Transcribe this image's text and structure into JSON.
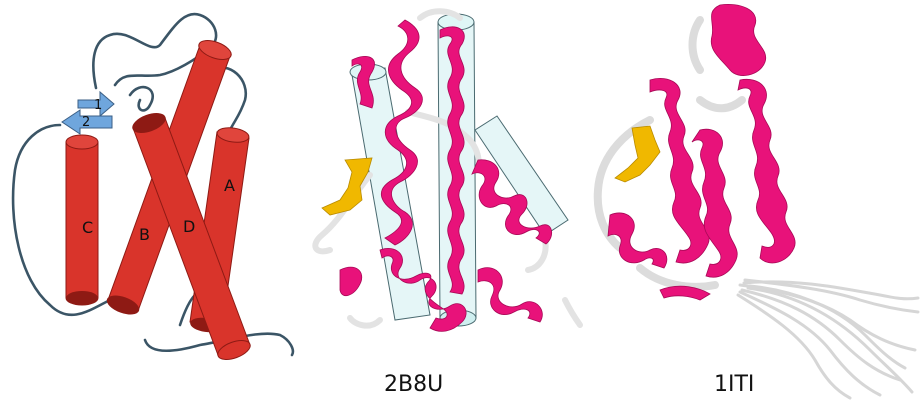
{
  "panel_cartoon": {
    "helix_labels": [
      "A",
      "B",
      "C",
      "D"
    ],
    "strand_labels": [
      "1",
      "2"
    ],
    "helix_color": "#d9342b",
    "strand_color": "#6fa6dd",
    "loop_color": "#3b5566"
  },
  "panel_2b8u": {
    "caption": "2B8U",
    "helix_color": "#e8127a",
    "strand_color": "#f0b800",
    "loop_color": "#e3e3e3",
    "cylinder_color": "#cfeff0"
  },
  "panel_1iti": {
    "caption": "1ITI",
    "helix_color": "#e8127a",
    "strand_color": "#f0b800",
    "loop_color": "#dcdcdc"
  }
}
